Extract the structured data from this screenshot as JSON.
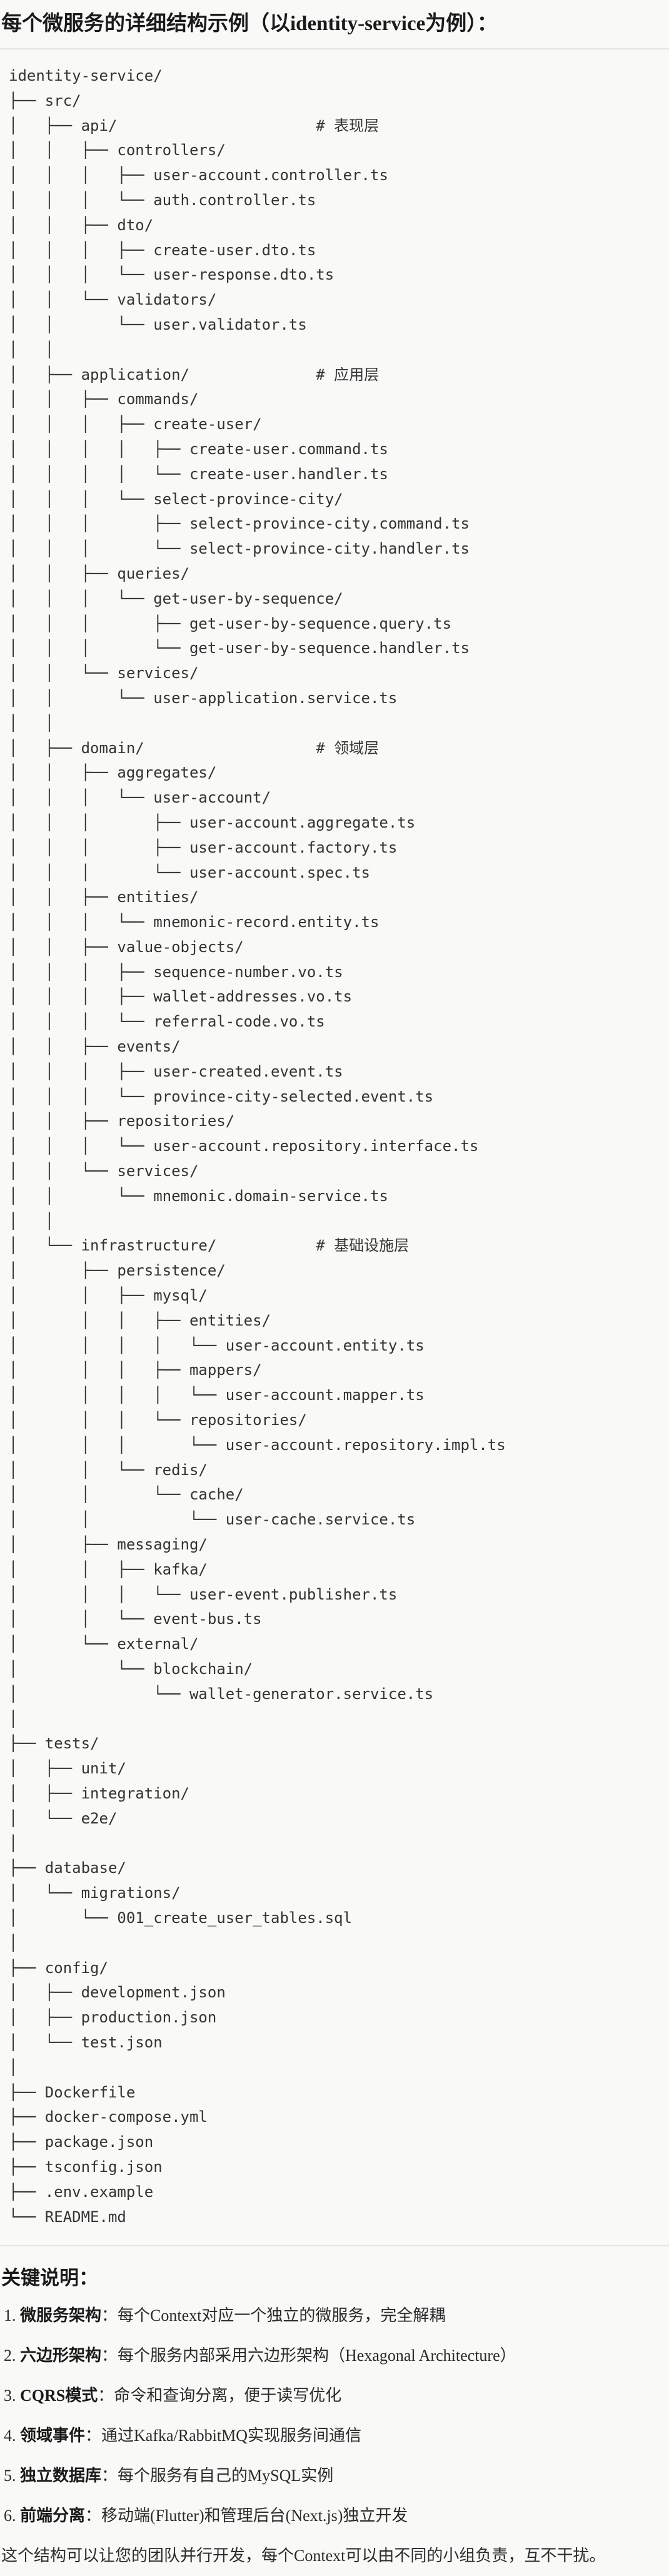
{
  "title": "每个微服务的详细结构示例（以identity-service为例）：",
  "tree": {
    "lines": [
      "identity-service/",
      "├── src/",
      "│   ├── api/                      # 表现层",
      "│   │   ├── controllers/",
      "│   │   │   ├── user-account.controller.ts",
      "│   │   │   └── auth.controller.ts",
      "│   │   ├── dto/",
      "│   │   │   ├── create-user.dto.ts",
      "│   │   │   └── user-response.dto.ts",
      "│   │   └── validators/",
      "│   │       └── user.validator.ts",
      "│   │",
      "│   ├── application/              # 应用层",
      "│   │   ├── commands/",
      "│   │   │   ├── create-user/",
      "│   │   │   │   ├── create-user.command.ts",
      "│   │   │   │   └── create-user.handler.ts",
      "│   │   │   └── select-province-city/",
      "│   │   │       ├── select-province-city.command.ts",
      "│   │   │       └── select-province-city.handler.ts",
      "│   │   ├── queries/",
      "│   │   │   └── get-user-by-sequence/",
      "│   │   │       ├── get-user-by-sequence.query.ts",
      "│   │   │       └── get-user-by-sequence.handler.ts",
      "│   │   └── services/",
      "│   │       └── user-application.service.ts",
      "│   │",
      "│   ├── domain/                   # 领域层",
      "│   │   ├── aggregates/",
      "│   │   │   └── user-account/",
      "│   │   │       ├── user-account.aggregate.ts",
      "│   │   │       ├── user-account.factory.ts",
      "│   │   │       └── user-account.spec.ts",
      "│   │   ├── entities/",
      "│   │   │   └── mnemonic-record.entity.ts",
      "│   │   ├── value-objects/",
      "│   │   │   ├── sequence-number.vo.ts",
      "│   │   │   ├── wallet-addresses.vo.ts",
      "│   │   │   └── referral-code.vo.ts",
      "│   │   ├── events/",
      "│   │   │   ├── user-created.event.ts",
      "│   │   │   └── province-city-selected.event.ts",
      "│   │   ├── repositories/",
      "│   │   │   └── user-account.repository.interface.ts",
      "│   │   └── services/",
      "│   │       └── mnemonic.domain-service.ts",
      "│   │",
      "│   └── infrastructure/           # 基础设施层",
      "│       ├── persistence/",
      "│       │   ├── mysql/",
      "│       │   │   ├── entities/",
      "│       │   │   │   └── user-account.entity.ts",
      "│       │   │   ├── mappers/",
      "│       │   │   │   └── user-account.mapper.ts",
      "│       │   │   └── repositories/",
      "│       │   │       └── user-account.repository.impl.ts",
      "│       │   └── redis/",
      "│       │       └── cache/",
      "│       │           └── user-cache.service.ts",
      "│       ├── messaging/",
      "│       │   ├── kafka/",
      "│       │   │   └── user-event.publisher.ts",
      "│       │   └── event-bus.ts",
      "│       └── external/",
      "│           └── blockchain/",
      "│               └── wallet-generator.service.ts",
      "│",
      "├── tests/",
      "│   ├── unit/",
      "│   ├── integration/",
      "│   └── e2e/",
      "│",
      "├── database/",
      "│   └── migrations/",
      "│       └── 001_create_user_tables.sql",
      "│",
      "├── config/",
      "│   ├── development.json",
      "│   ├── production.json",
      "│   └── test.json",
      "│",
      "├── Dockerfile",
      "├── docker-compose.yml",
      "├── package.json",
      "├── tsconfig.json",
      "├── .env.example",
      "└── README.md"
    ]
  },
  "notes": {
    "heading": "关键说明：",
    "items": [
      {
        "num": "1. ",
        "term": "微服务架构",
        "desc": "：每个Context对应一个独立的微服务，完全解耦"
      },
      {
        "num": "2. ",
        "term": "六边形架构",
        "desc": "：每个服务内部采用六边形架构（Hexagonal Architecture）"
      },
      {
        "num": "3. ",
        "term": "CQRS模式",
        "desc": "：命令和查询分离，便于读写优化"
      },
      {
        "num": "4. ",
        "term": "领域事件",
        "desc": "：通过Kafka/RabbitMQ实现服务间通信"
      },
      {
        "num": "5. ",
        "term": "独立数据库",
        "desc": "：每个服务有自己的MySQL实例"
      },
      {
        "num": "6. ",
        "term": "前端分离",
        "desc": "：移动端(Flutter)和管理后台(Next.js)独立开发"
      }
    ],
    "summary": "这个结构可以让您的团队并行开发，每个Context可以由不同的小组负责，互不干扰。"
  }
}
